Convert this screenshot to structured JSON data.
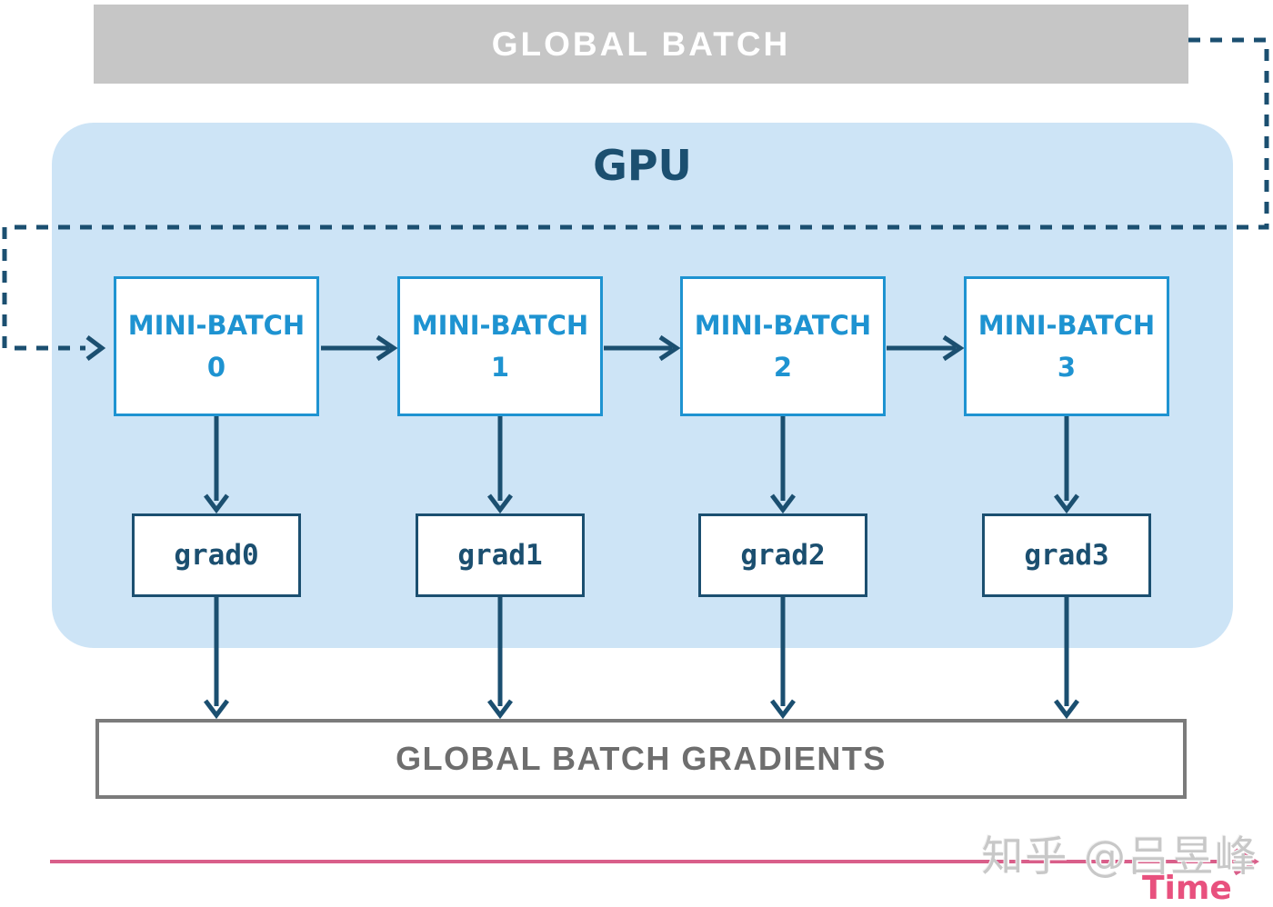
{
  "colors": {
    "gray_bar_bg": "#c6c6c6",
    "gpu_bg": "#cde4f6",
    "bright_blue": "#1e93d1",
    "dark_navy": "#1b4f70",
    "gray_border": "#7b7b7b",
    "gray_text": "#6e6e6e",
    "pink": "#d95f8a",
    "pink_text": "#e8517e",
    "watermark_gray": "#c8c8c8"
  },
  "global_batch": {
    "label": "GLOBAL BATCH"
  },
  "gpu": {
    "label": "GPU"
  },
  "mini_batches": [
    {
      "label": "MINI-BATCH",
      "number": "0"
    },
    {
      "label": "MINI-BATCH",
      "number": "1"
    },
    {
      "label": "MINI-BATCH",
      "number": "2"
    },
    {
      "label": "MINI-BATCH",
      "number": "3"
    }
  ],
  "grads": [
    {
      "label": "grad0"
    },
    {
      "label": "grad1"
    },
    {
      "label": "grad2"
    },
    {
      "label": "grad3"
    }
  ],
  "global_batch_gradients": {
    "label": "GLOBAL BATCH GRADIENTS"
  },
  "time_axis": {
    "label": "Time"
  },
  "watermark": {
    "text": "知乎 @吕昱峰"
  }
}
